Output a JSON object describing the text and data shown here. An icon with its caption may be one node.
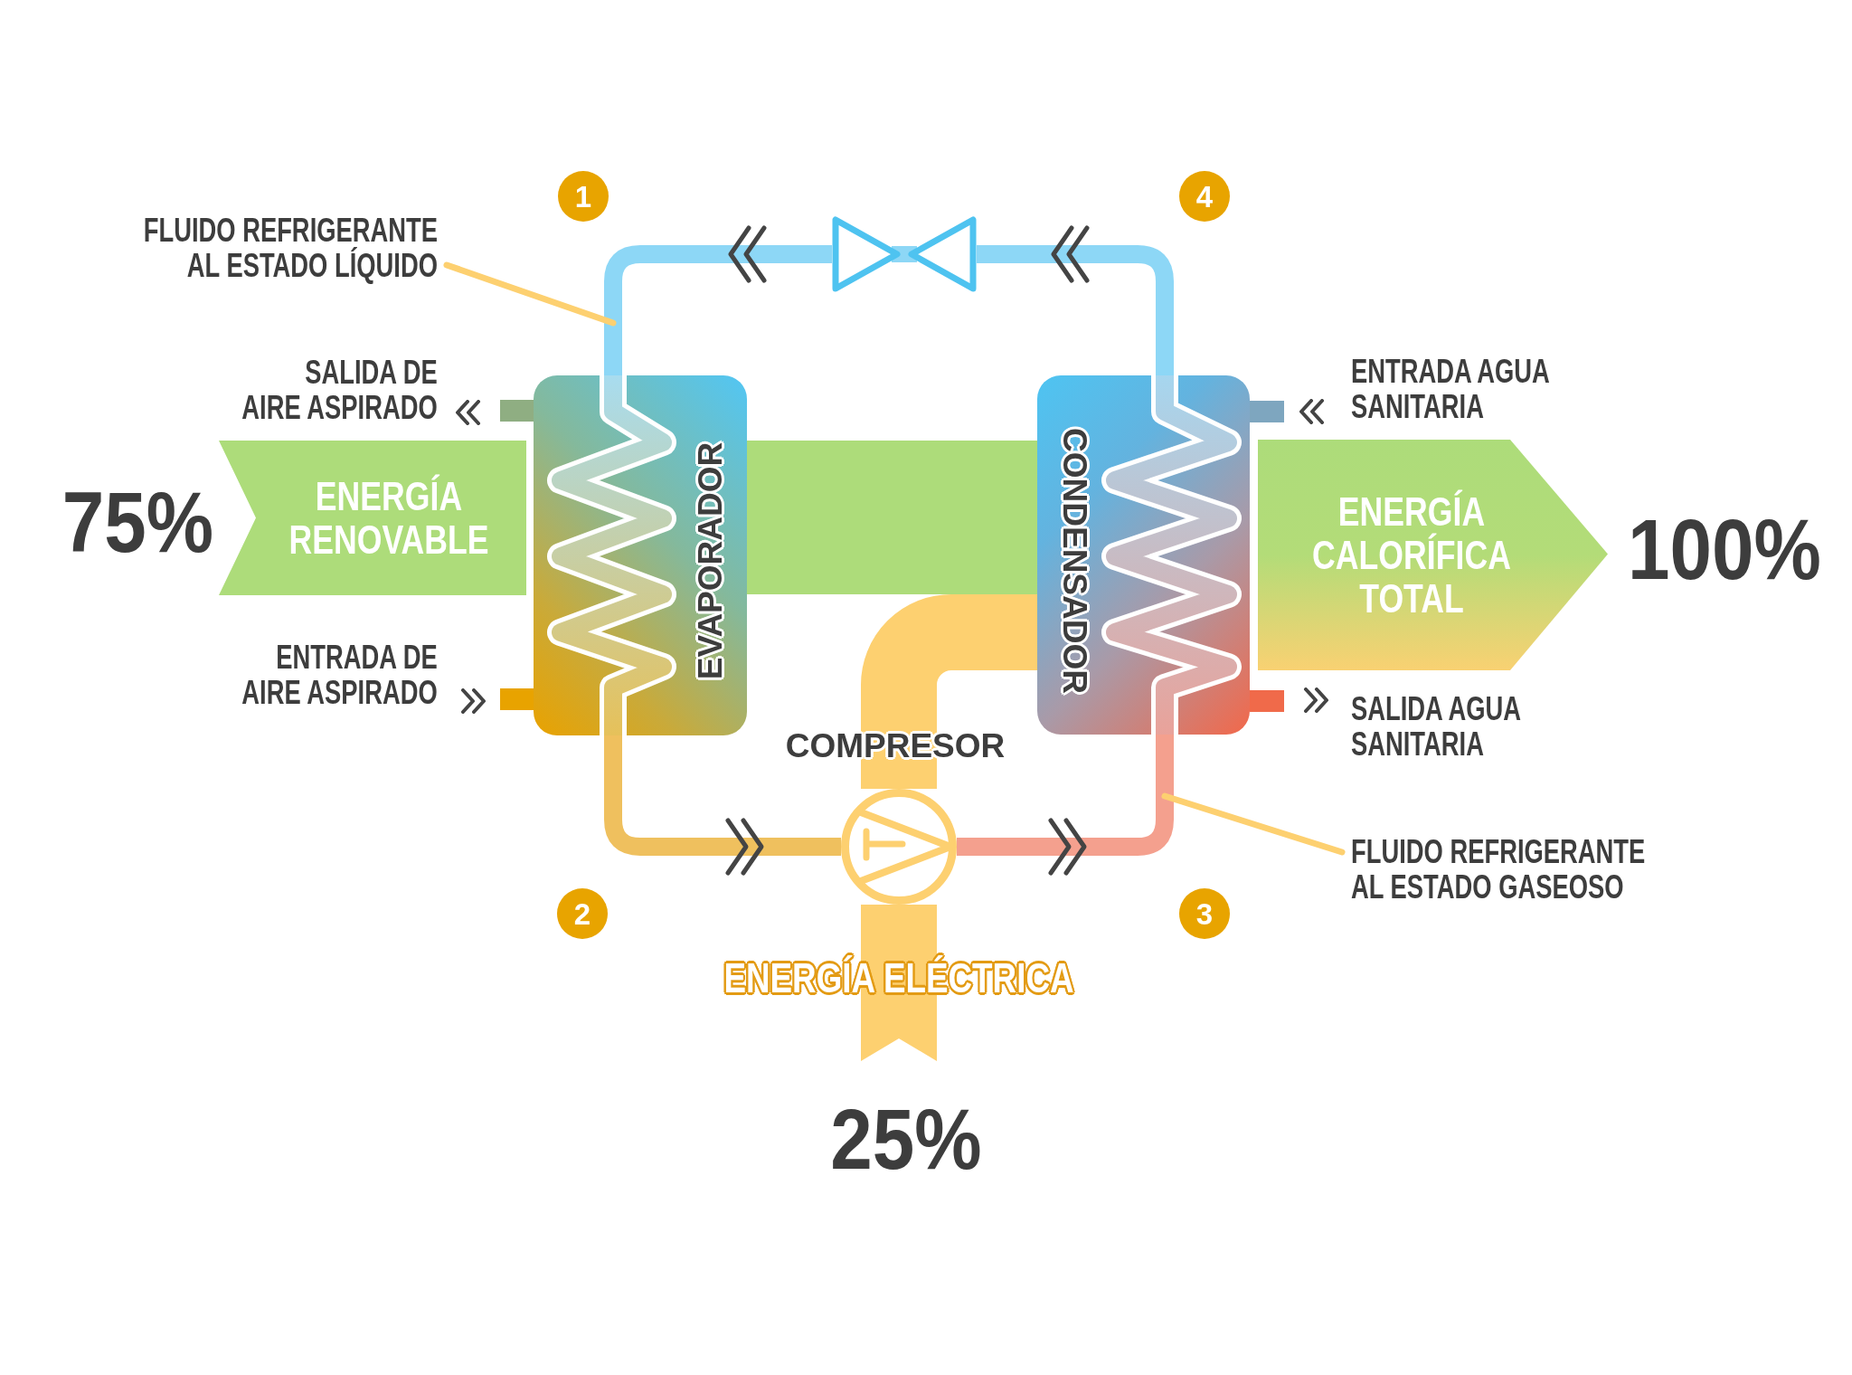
{
  "diagram": {
    "nodes": [
      {
        "text": [
          "1"
        ]
      },
      {
        "text": [
          "FLUIDO REFRIGERANTE AL ESTADO LÍQUIDO"
        ]
      },
      {
        "text": [],
        "shape": "valve"
      },
      {
        "text": [
          "4"
        ]
      },
      {
        "text": [
          "EVAPORADOR"
        ]
      },
      {
        "text": [
          "CONDENSADOR"
        ]
      },
      {
        "text": [
          "ENERGÍA RENOVABLE"
        ],
        "beside": [
          "75%"
        ]
      },
      {
        "text": [
          "ENERGÍA CALORÍFICA TOTAL"
        ],
        "beside": [
          "100%"
        ]
      },
      {
        "text": [],
        "shape": "circle",
        "beside": [
          "COMPRESOR"
        ]
      },
      {
        "text": [
          "FLUIDO REFRIGERANTE AL ESTADO GASEOSO"
        ]
      },
      {
        "text": [
          "2"
        ]
      },
      {
        "text": [
          "3"
        ]
      },
      {
        "text": [
          "ENERGÍA ELÉCTRICA"
        ],
        "beside": [
          "25%"
        ]
      }
    ],
    "edges": [
      {
        "from": 4,
        "to": 8,
        "arrow": "to",
        "color": "#efc05e"
      },
      {
        "from": 8,
        "to": 5,
        "arrow": "to",
        "color": "#f4a08e"
      },
      {
        "from": 5,
        "to": 2,
        "arrow": "to",
        "color": "#8dd7f6"
      },
      {
        "from": 2,
        "to": 4,
        "arrow": "to",
        "color": "#8dd7f6"
      },
      {
        "from": 4,
        "to": 5,
        "arrow": "none",
        "style": "thick",
        "color": "#addc7a"
      },
      {
        "from": 8,
        "to": 5,
        "arrow": "none",
        "style": "thick",
        "color": "#fdd070"
      },
      {
        "from": 1,
        "to": null,
        "arrow": "none",
        "color": "#fdd070"
      },
      {
        "from": 9,
        "to": null,
        "arrow": "none",
        "color": "#fdd070"
      }
    ],
    "labels": [
      "SALIDA DE AIRE ASPIRADO",
      "ENTRADA AGUA SANITARIA",
      "ENTRADA DE AIRE ASPIRADO",
      "SALIDA AGUA SANITARIA"
    ]
  }
}
